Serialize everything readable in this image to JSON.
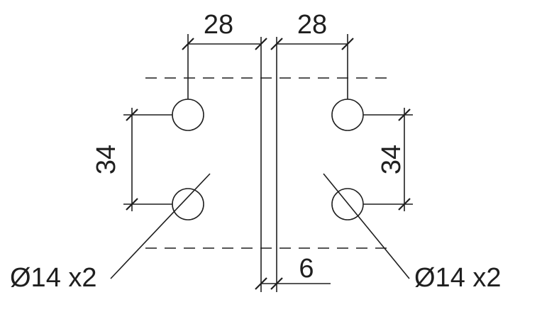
{
  "drawing": {
    "background_color": "#ffffff",
    "line_color": "#1f1f1f",
    "dimensions": {
      "top_left_offset": "28",
      "top_right_offset": "28",
      "left_hole_spacing": "34",
      "right_hole_spacing": "34",
      "plate_thickness": "6"
    },
    "hole_labels": {
      "left": "Ø14 x2",
      "right": "Ø14 x2"
    }
  }
}
